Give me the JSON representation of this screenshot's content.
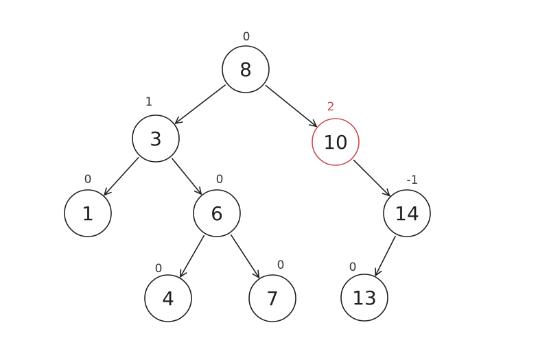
{
  "diagram": {
    "nodes": [
      {
        "id": "n8",
        "value": "8",
        "balance": "0"
      },
      {
        "id": "n3",
        "value": "3",
        "balance": "1"
      },
      {
        "id": "n10",
        "value": "10",
        "balance": "2",
        "highlight": true
      },
      {
        "id": "n1",
        "value": "1",
        "balance": "0"
      },
      {
        "id": "n6",
        "value": "6",
        "balance": "0"
      },
      {
        "id": "n14",
        "value": "14",
        "balance": "-1"
      },
      {
        "id": "n4",
        "value": "4",
        "balance": "0"
      },
      {
        "id": "n7",
        "value": "7",
        "balance": "0"
      },
      {
        "id": "n13",
        "value": "13",
        "balance": "0"
      }
    ],
    "edges": [
      {
        "from": "n8",
        "to": "n3"
      },
      {
        "from": "n8",
        "to": "n10"
      },
      {
        "from": "n3",
        "to": "n1"
      },
      {
        "from": "n3",
        "to": "n6"
      },
      {
        "from": "n10",
        "to": "n14"
      },
      {
        "from": "n6",
        "to": "n4"
      },
      {
        "from": "n6",
        "to": "n7"
      },
      {
        "from": "n14",
        "to": "n13"
      }
    ],
    "colors": {
      "stroke": "#1f1f1f",
      "highlight": "#cc4a4a"
    }
  }
}
